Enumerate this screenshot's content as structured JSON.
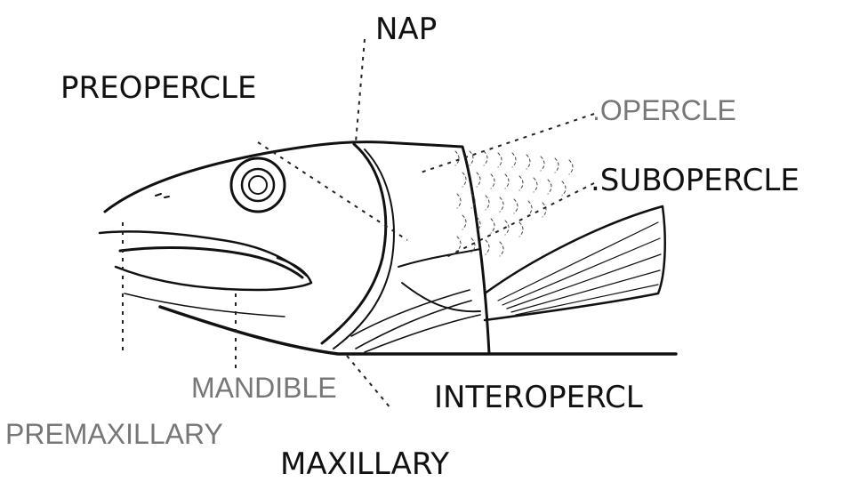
{
  "labels": {
    "nap": "NAP",
    "preopercle": "PREOPERCLE",
    "opercle": ".OPERCLE",
    "subopercle": ".SUBOPERCLE",
    "mandible": "MANDIBLE",
    "interopercle": "INTEROPERCL",
    "premaxillary": "PREMAXILLARY",
    "maxillary": "MAXILLARY"
  },
  "colors": {
    "ink": "#111111",
    "faint_label": "#777777",
    "background": "#ffffff"
  }
}
